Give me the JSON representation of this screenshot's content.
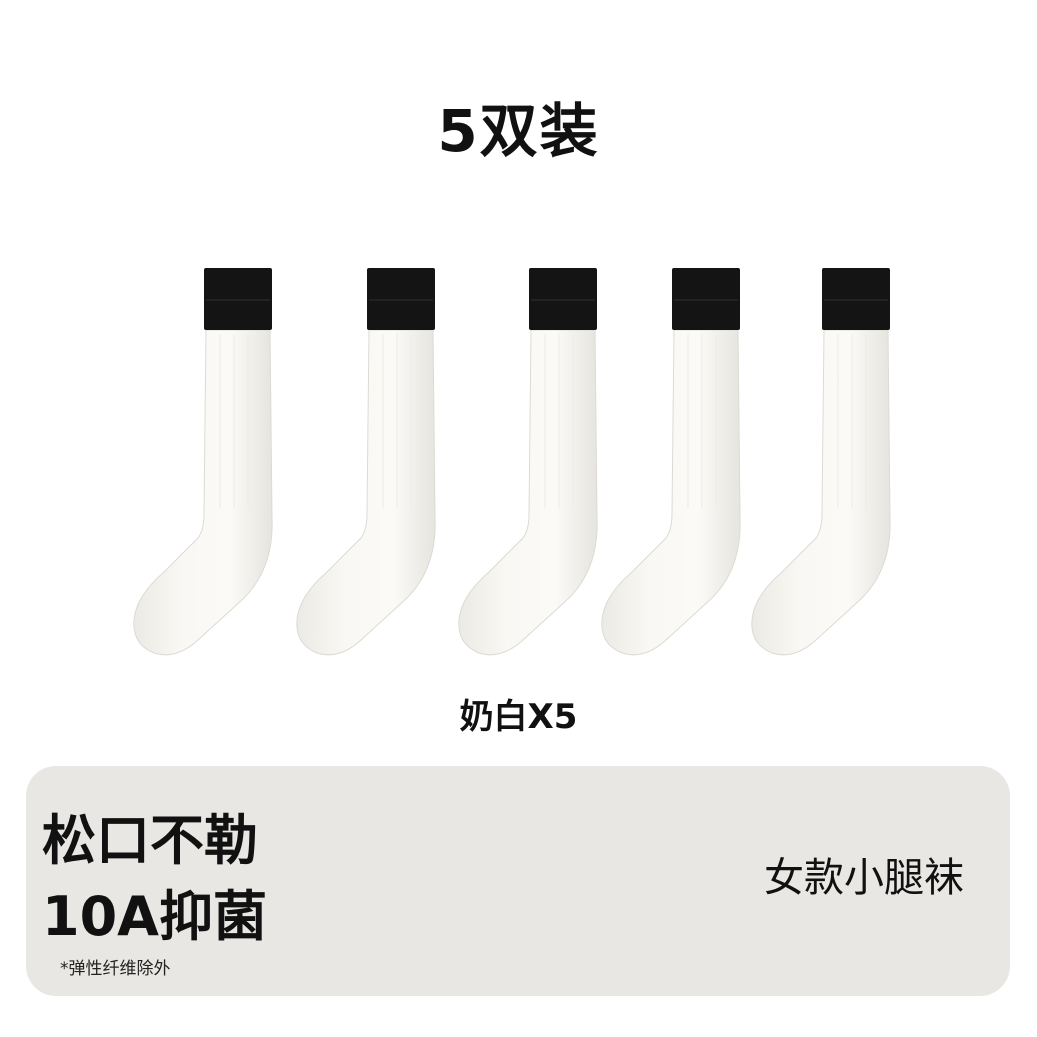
{
  "title": "5双装",
  "color_label": "奶白X5",
  "panel": {
    "feature_1": "松口不勒",
    "feature_2": "10A抑菌",
    "note": "*弹性纤维除外",
    "product_type": "女款小腿袜"
  },
  "colors": {
    "background": "#ffffff",
    "sock_body": "#f7f6f2",
    "sock_cuff": "#141414",
    "panel": "#e9e7e4",
    "text": "#111111"
  }
}
